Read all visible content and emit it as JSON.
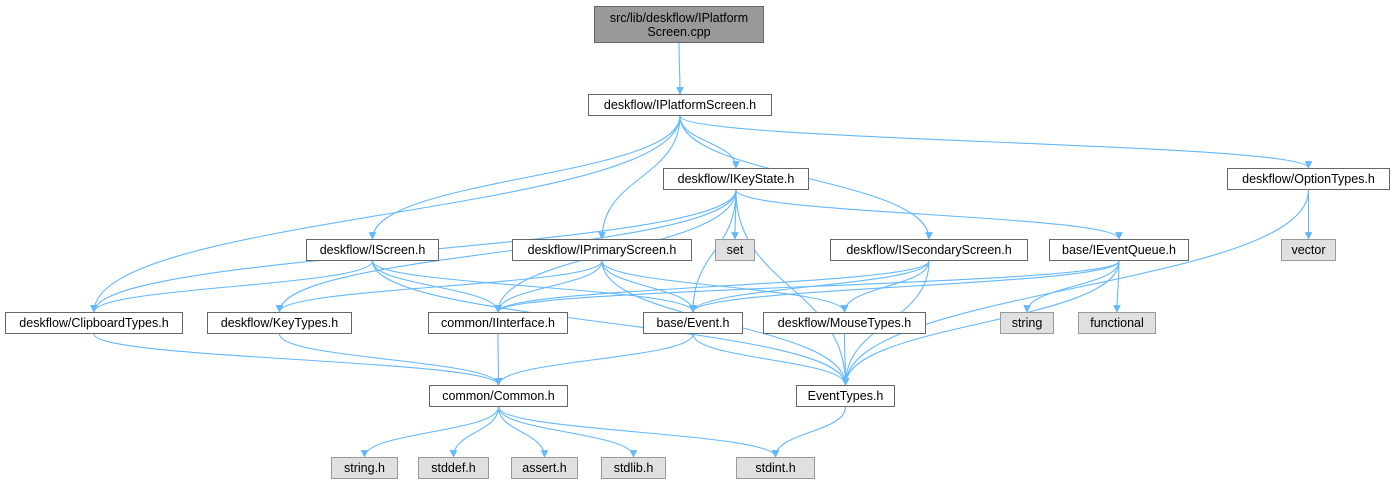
{
  "graph": {
    "root": "src/lib/deskflow/IPlatformScreen.cpp",
    "nodes": {
      "root": "src/lib/deskflow/IPlatform Screen.cpp",
      "ipscreen": "deskflow/IPlatformScreen.h",
      "ikeystate": "deskflow/IKeyState.h",
      "optiontypes": "deskflow/OptionTypes.h",
      "iscreen": "deskflow/IScreen.h",
      "iprimary": "deskflow/IPrimaryScreen.h",
      "set": "set",
      "isecondary": "deskflow/ISecondaryScreen.h",
      "ieventqueue": "base/IEventQueue.h",
      "vector": "vector",
      "clipboard": "deskflow/ClipboardTypes.h",
      "keytypes": "deskflow/KeyTypes.h",
      "iinterface": "common/IInterface.h",
      "event": "base/Event.h",
      "mousetypes": "deskflow/MouseTypes.h",
      "string": "string",
      "functional": "functional",
      "common": "common/Common.h",
      "eventtypes": "EventTypes.h",
      "string_h": "string.h",
      "stddef_h": "stddef.h",
      "assert_h": "assert.h",
      "stdlib_h": "stdlib.h",
      "stdint_h": "stdint.h"
    },
    "edges": [
      [
        "root",
        "ipscreen"
      ],
      [
        "ipscreen",
        "ikeystate"
      ],
      [
        "ipscreen",
        "optiontypes"
      ],
      [
        "ipscreen",
        "iscreen"
      ],
      [
        "ipscreen",
        "iprimary"
      ],
      [
        "ipscreen",
        "isecondary"
      ],
      [
        "ipscreen",
        "clipboard"
      ],
      [
        "ikeystate",
        "set"
      ],
      [
        "ikeystate",
        "ieventqueue"
      ],
      [
        "ikeystate",
        "keytypes"
      ],
      [
        "ikeystate",
        "iinterface"
      ],
      [
        "ikeystate",
        "event"
      ],
      [
        "ikeystate",
        "clipboard"
      ],
      [
        "ikeystate",
        "eventtypes"
      ],
      [
        "optiontypes",
        "vector"
      ],
      [
        "optiontypes",
        "eventtypes"
      ],
      [
        "iscreen",
        "clipboard"
      ],
      [
        "iscreen",
        "iinterface"
      ],
      [
        "iscreen",
        "event"
      ],
      [
        "iscreen",
        "eventtypes"
      ],
      [
        "iprimary",
        "keytypes"
      ],
      [
        "iprimary",
        "iinterface"
      ],
      [
        "iprimary",
        "event"
      ],
      [
        "iprimary",
        "mousetypes"
      ],
      [
        "iprimary",
        "eventtypes"
      ],
      [
        "isecondary",
        "iinterface"
      ],
      [
        "isecondary",
        "event"
      ],
      [
        "isecondary",
        "mousetypes"
      ],
      [
        "isecondary",
        "eventtypes"
      ],
      [
        "ieventqueue",
        "iinterface"
      ],
      [
        "ieventqueue",
        "event"
      ],
      [
        "ieventqueue",
        "string"
      ],
      [
        "ieventqueue",
        "functional"
      ],
      [
        "ieventqueue",
        "eventtypes"
      ],
      [
        "clipboard",
        "common"
      ],
      [
        "keytypes",
        "common"
      ],
      [
        "iinterface",
        "common"
      ],
      [
        "event",
        "common"
      ],
      [
        "event",
        "eventtypes"
      ],
      [
        "mousetypes",
        "eventtypes"
      ],
      [
        "common",
        "string_h"
      ],
      [
        "common",
        "stddef_h"
      ],
      [
        "common",
        "assert_h"
      ],
      [
        "common",
        "stdlib_h"
      ],
      [
        "common",
        "stdint_h"
      ],
      [
        "eventtypes",
        "stdint_h"
      ]
    ],
    "colors": {
      "edge": "#63b8ff",
      "node_border": "#666666",
      "root_fill": "#999999",
      "system_fill": "#e0e0e0"
    }
  }
}
